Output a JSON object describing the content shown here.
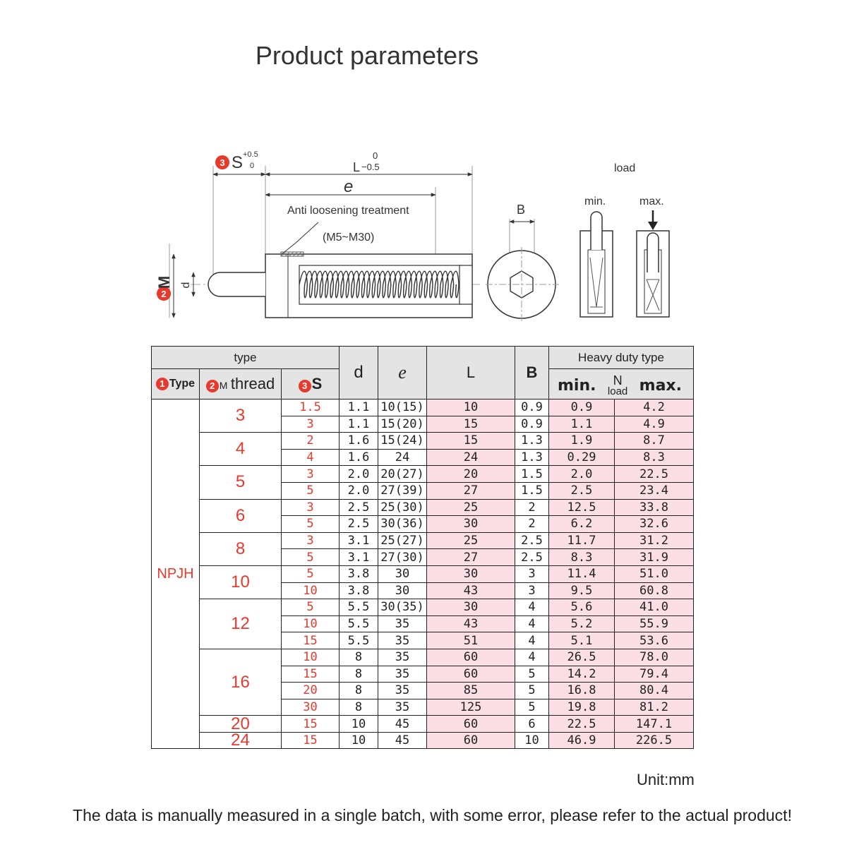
{
  "title": "Product parameters",
  "drawing": {
    "s_label": "S",
    "s_tol_upper": "+0.5",
    "s_tol_lower": "0",
    "l_label": "L",
    "l_tol_upper": "0",
    "l_tol_lower": "−0.5",
    "e_label": "e",
    "anti_loosening": "Anti loosening treatment",
    "anti_range": "(M5~M30)",
    "m_label": "M",
    "d_label": "d",
    "b_label": "B",
    "load_label": "load",
    "min_label": "min.",
    "max_label": "max.",
    "badges": {
      "one": "1",
      "two": "2",
      "three": "3"
    }
  },
  "table": {
    "header": {
      "type_group": "type",
      "type_col": "Type",
      "m_col": "M",
      "thread_col": "thread",
      "s_col": "S",
      "d_col": "d",
      "e_col": "e",
      "l_col": "L",
      "b_col": "B",
      "heavy_group": "Heavy duty type",
      "min_col": "min.",
      "n_unit": "N",
      "load_col": "load",
      "max_col": "max."
    },
    "type_value": "NPJH",
    "groups": [
      {
        "thread": "3",
        "rows": [
          {
            "s": "1.5",
            "d": "1.1",
            "e": "10(15)",
            "l": "10",
            "b": "0.9",
            "min": "0.9",
            "max": "4.2"
          },
          {
            "s": "3",
            "d": "1.1",
            "e": "15(20)",
            "l": "15",
            "b": "0.9",
            "min": "1.1",
            "max": "4.9"
          }
        ]
      },
      {
        "thread": "4",
        "rows": [
          {
            "s": "2",
            "d": "1.6",
            "e": "15(24)",
            "l": "15",
            "b": "1.3",
            "min": "1.9",
            "max": "8.7"
          },
          {
            "s": "4",
            "d": "1.6",
            "e": "24",
            "l": "24",
            "b": "1.3",
            "min": "0.29",
            "max": "8.3"
          }
        ]
      },
      {
        "thread": "5",
        "rows": [
          {
            "s": "3",
            "d": "2.0",
            "e": "20(27)",
            "l": "20",
            "b": "1.5",
            "min": "2.0",
            "max": "22.5"
          },
          {
            "s": "5",
            "d": "2.0",
            "e": "27(39)",
            "l": "27",
            "b": "1.5",
            "min": "2.5",
            "max": "23.4"
          }
        ]
      },
      {
        "thread": "6",
        "rows": [
          {
            "s": "3",
            "d": "2.5",
            "e": "25(30)",
            "l": "25",
            "b": "2",
            "min": "12.5",
            "max": "33.8"
          },
          {
            "s": "5",
            "d": "2.5",
            "e": "30(36)",
            "l": "30",
            "b": "2",
            "min": "6.2",
            "max": "32.6"
          }
        ]
      },
      {
        "thread": "8",
        "rows": [
          {
            "s": "3",
            "d": "3.1",
            "e": "25(27)",
            "l": "25",
            "b": "2.5",
            "min": "11.7",
            "max": "31.2"
          },
          {
            "s": "5",
            "d": "3.1",
            "e": "27(30)",
            "l": "27",
            "b": "2.5",
            "min": "8.3",
            "max": "31.9"
          }
        ]
      },
      {
        "thread": "10",
        "rows": [
          {
            "s": "5",
            "d": "3.8",
            "e": "30",
            "l": "30",
            "b": "3",
            "min": "11.4",
            "max": "51.0"
          },
          {
            "s": "10",
            "d": "3.8",
            "e": "30",
            "l": "43",
            "b": "3",
            "min": "9.5",
            "max": "60.8"
          }
        ]
      },
      {
        "thread": "12",
        "rows": [
          {
            "s": "5",
            "d": "5.5",
            "e": "30(35)",
            "l": "30",
            "b": "4",
            "min": "5.6",
            "max": "41.0"
          },
          {
            "s": "10",
            "d": "5.5",
            "e": "35",
            "l": "43",
            "b": "4",
            "min": "5.2",
            "max": "55.9"
          },
          {
            "s": "15",
            "d": "5.5",
            "e": "35",
            "l": "51",
            "b": "4",
            "min": "5.1",
            "max": "53.6"
          }
        ]
      },
      {
        "thread": "16",
        "rows": [
          {
            "s": "10",
            "d": "8",
            "e": "35",
            "l": "60",
            "b": "4",
            "min": "26.5",
            "max": "78.0"
          },
          {
            "s": "15",
            "d": "8",
            "e": "35",
            "l": "60",
            "b": "5",
            "min": "14.2",
            "max": "79.4"
          },
          {
            "s": "20",
            "d": "8",
            "e": "35",
            "l": "85",
            "b": "5",
            "min": "16.8",
            "max": "80.4"
          },
          {
            "s": "30",
            "d": "8",
            "e": "35",
            "l": "125",
            "b": "5",
            "min": "19.8",
            "max": "81.2"
          }
        ]
      },
      {
        "thread": "20",
        "rows": [
          {
            "s": "15",
            "d": "10",
            "e": "45",
            "l": "60",
            "b": "6",
            "min": "22.5",
            "max": "147.1"
          }
        ]
      },
      {
        "thread": "24",
        "rows": [
          {
            "s": "15",
            "d": "10",
            "e": "45",
            "l": "60",
            "b": "10",
            "min": "46.9",
            "max": "226.5"
          }
        ]
      }
    ]
  },
  "unit": "Unit:mm",
  "note": "The data is manually measured in a single batch, with some error, please refer to the actual product!"
}
